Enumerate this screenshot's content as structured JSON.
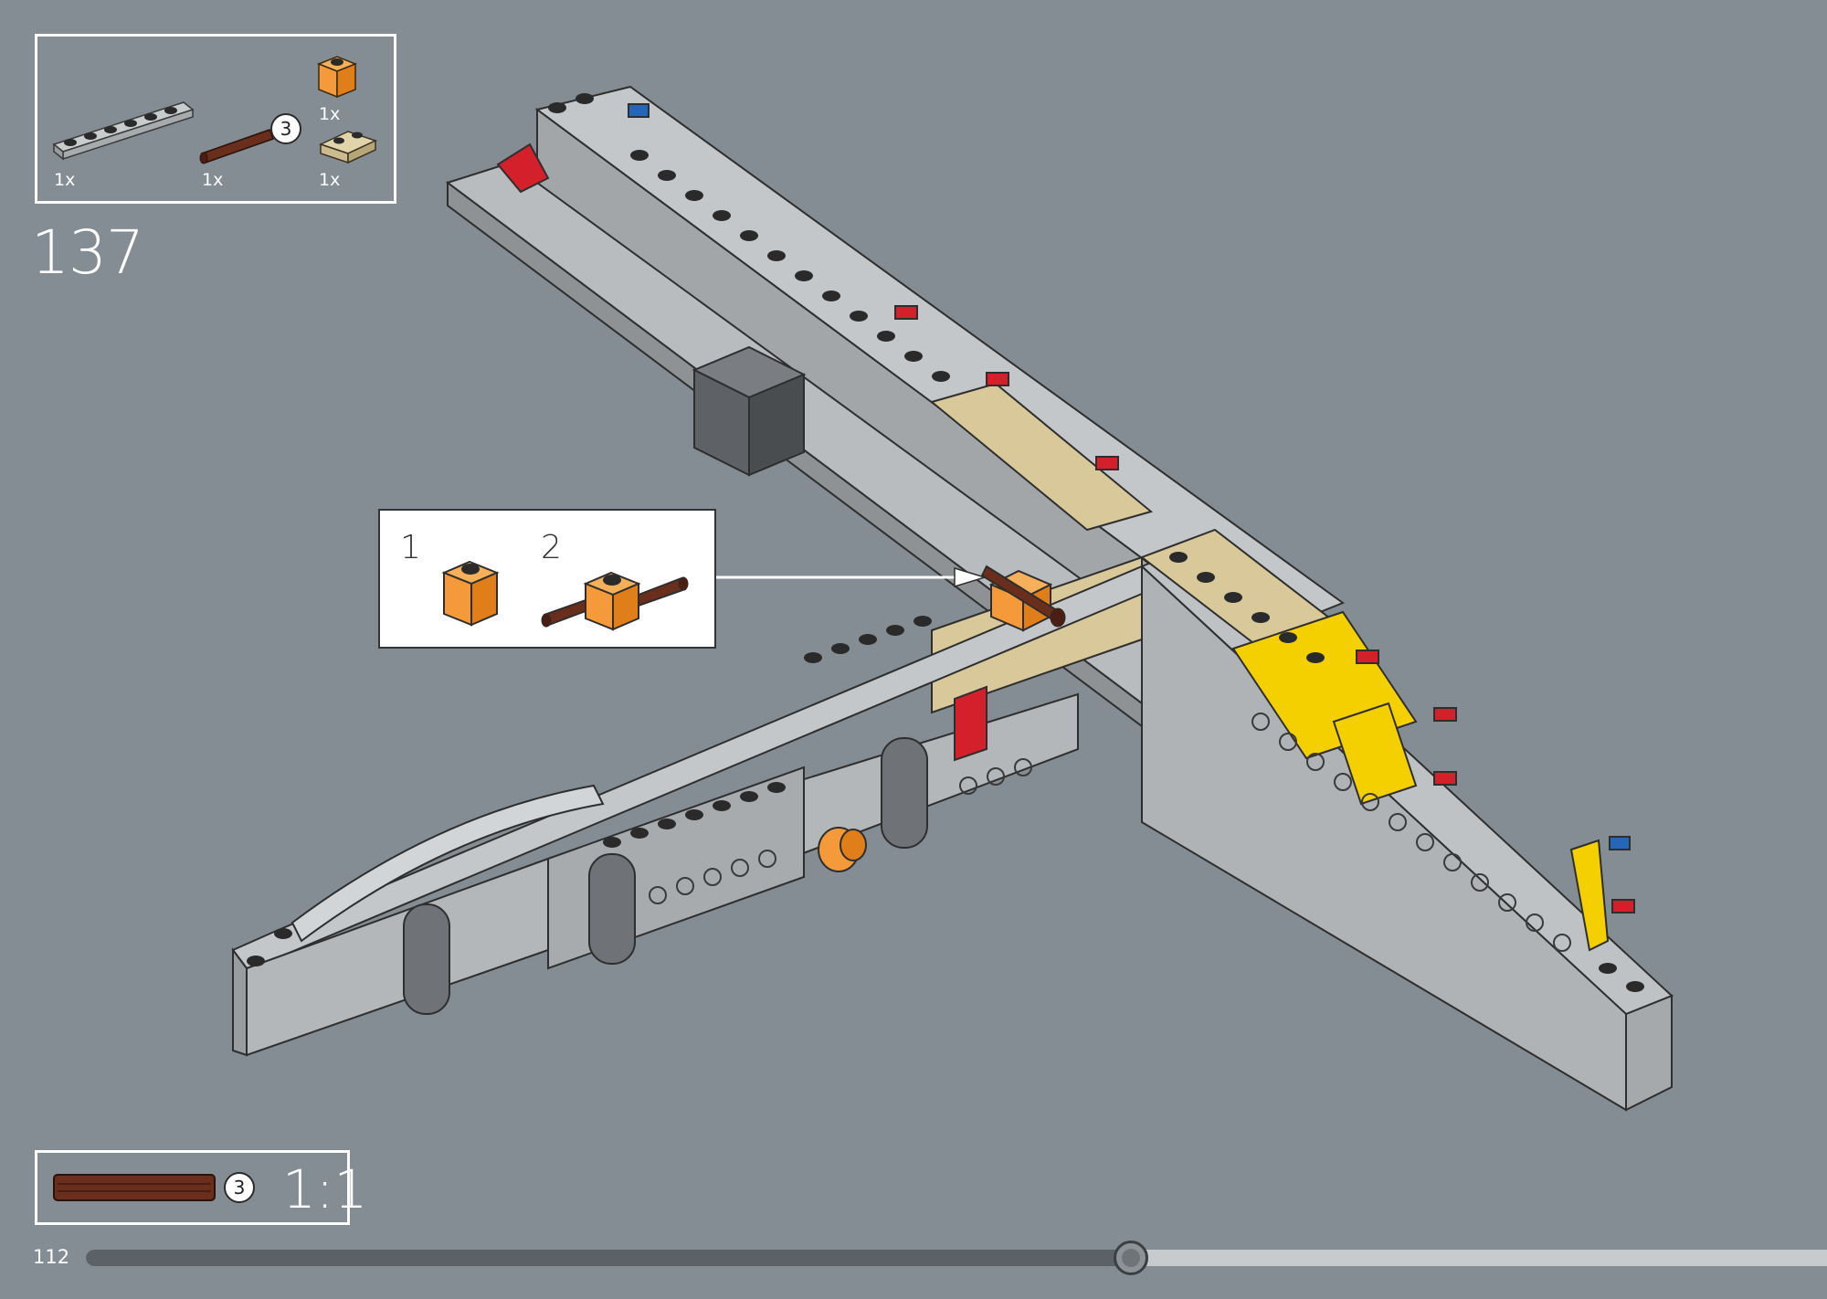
{
  "parts_list": {
    "items": [
      {
        "name": "light-gray-plate-1x6",
        "qty": "1x"
      },
      {
        "name": "reddish-brown-axle-3",
        "qty": "1x",
        "length": "3"
      },
      {
        "name": "orange-axle-brick-1x1",
        "qty": "1x"
      },
      {
        "name": "tan-plate-1x2",
        "qty": "1x"
      }
    ]
  },
  "step": {
    "number": "137"
  },
  "callout": {
    "substeps": [
      {
        "label": "1"
      },
      {
        "label": "2"
      }
    ]
  },
  "scale_reference": {
    "length": "3",
    "scale": "1:1"
  },
  "page": {
    "number": "112",
    "progress": 0.6
  },
  "colors": {
    "background": "#858d94",
    "light_gray": "#b9bcbe",
    "dark_gray": "#5e6266",
    "tan": "#d8c89a",
    "orange": "#f49a3a",
    "yellow": "#f5d000",
    "red": "#d3202a",
    "blue": "#2466b8",
    "brown": "#6a2e1c"
  }
}
